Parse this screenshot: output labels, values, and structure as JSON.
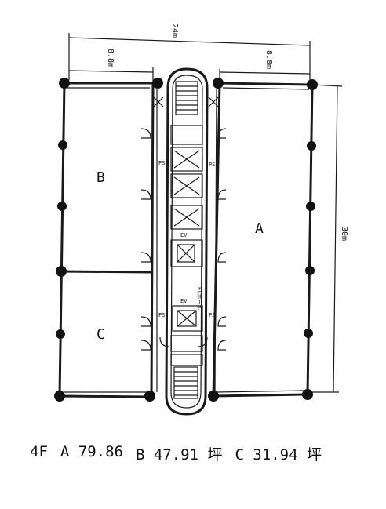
{
  "plan": {
    "dimensions": {
      "top_total": "24m",
      "top_left": "8.8m",
      "top_right": "8.8m",
      "right_total": "30m"
    },
    "rooms": [
      {
        "id": "A",
        "label": "A"
      },
      {
        "id": "B",
        "label": "B"
      },
      {
        "id": "C",
        "label": "C"
      }
    ],
    "core_labels": {
      "ev_hall": "EVホール",
      "ps_1": "PS",
      "ps_2": "PS",
      "ps_3": "PS",
      "ps_4": "PS",
      "ev_1": "EV",
      "ev_2": "EV"
    }
  },
  "caption": {
    "floor": "4F",
    "a": "A 79.86",
    "b": "B 47.91 坪",
    "c": "C 31.94 坪"
  }
}
